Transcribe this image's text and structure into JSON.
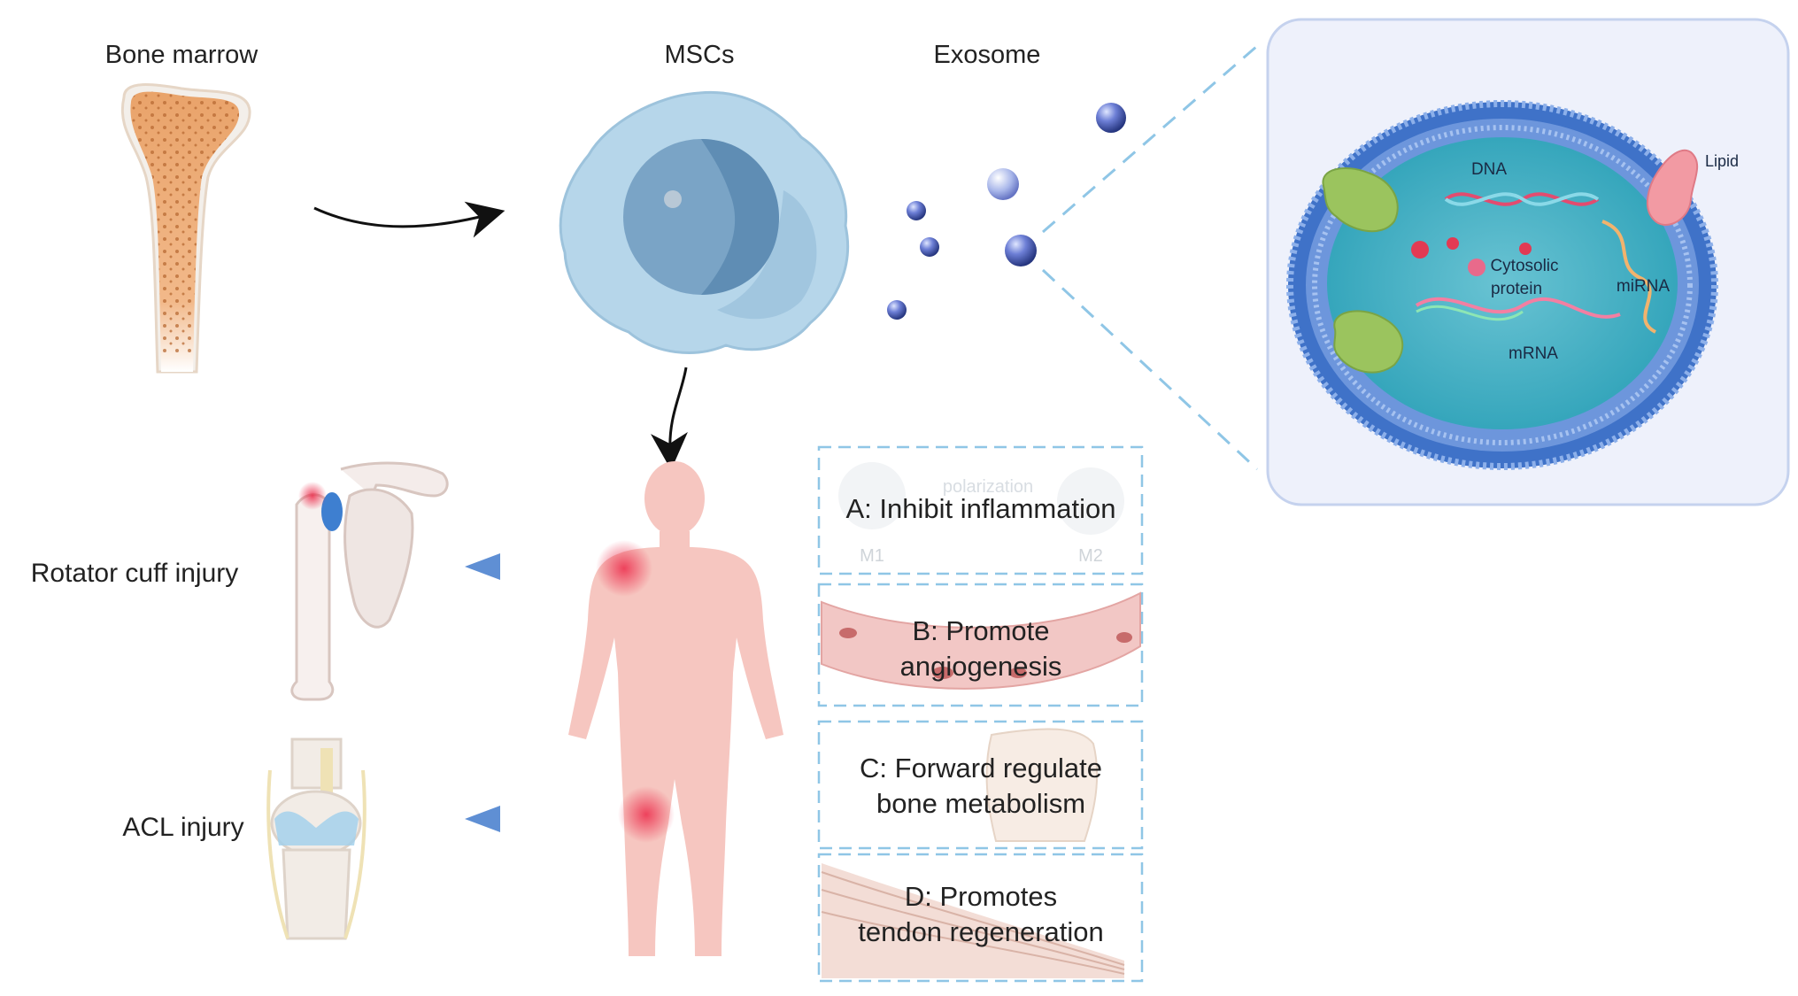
{
  "labels": {
    "bone_marrow": "Bone marrow",
    "mscs": "MSCs",
    "exosome": "Exosome",
    "rotator_cuff": "Rotator cuff injury",
    "acl": "ACL injury"
  },
  "exosome_detail": {
    "dna": "DNA",
    "lipid": "Lipid",
    "cytosolic_1": "Cytosolic",
    "cytosolic_2": "protein",
    "mirna": "miRNA",
    "mrna": "mRNA"
  },
  "effects": {
    "a": {
      "label": "A: Inhibit inflammation",
      "bg_top": "polarization",
      "m1": "M1",
      "m2": "M2"
    },
    "b": {
      "line1": "B: Promote",
      "line2": "angiogenesis"
    },
    "c": {
      "line1": "C: Forward regulate",
      "line2": "bone metabolism"
    },
    "d": {
      "line1": "D: Promotes",
      "line2": "tendon regeneration"
    }
  },
  "colors": {
    "cell": "#a9cde3",
    "nucleus": "#6f9dc0",
    "bone": "#e9a36a",
    "body": "#f6c6c0",
    "dash": "#8fc6e6",
    "arrow_blue": "#7aa5dc",
    "panel_bg": "#eef1fb"
  }
}
